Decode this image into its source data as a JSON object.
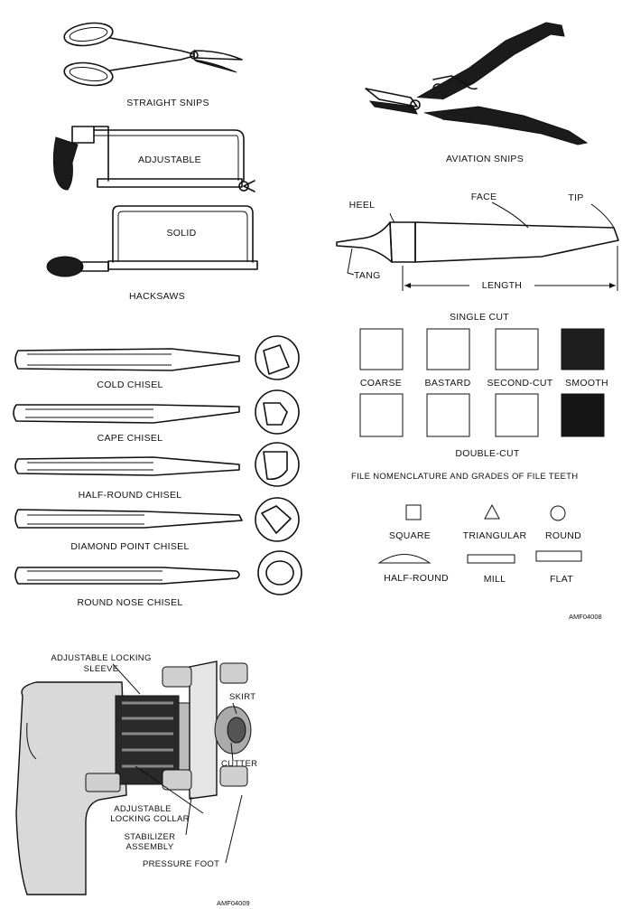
{
  "figure1": {
    "straight_snips": "STRAIGHT SNIPS",
    "aviation_snips": "AVIATION SNIPS",
    "adjustable": "ADJUSTABLE",
    "solid": "SOLID",
    "hacksaws": "HACKSAWS",
    "file_parts": {
      "heel": "HEEL",
      "face": "FACE",
      "tip": "TIP",
      "tang": "TANG",
      "length": "LENGTH"
    },
    "chisels": [
      "COLD CHISEL",
      "CAPE CHISEL",
      "HALF-ROUND CHISEL",
      "DIAMOND POINT CHISEL",
      "ROUND NOSE CHISEL"
    ],
    "single_cut": "SINGLE CUT",
    "grades": [
      "COARSE",
      "BASTARD",
      "SECOND-CUT",
      "SMOOTH"
    ],
    "double_cut": "DOUBLE-CUT",
    "nomenclature_title": "FILE NOMENCLATURE AND GRADES OF FILE TEETH",
    "shapes": [
      "SQUARE",
      "TRIANGULAR",
      "ROUND",
      "HALF-ROUND",
      "MILL",
      "FLAT"
    ],
    "code": "AMf04008"
  },
  "figure2": {
    "adjustable_locking_sleeve_1": "ADJUSTABLE LOCKING",
    "adjustable_locking_sleeve_2": "SLEEVE",
    "skirt": "SKIRT",
    "cutter": "CUTTER",
    "adjustable_locking_collar_1": "ADJUSTABLE",
    "adjustable_locking_collar_2": "LOCKING COLLAR",
    "stabilizer_assembly_1": "STABILIZER",
    "stabilizer_assembly_2": "ASSEMBLY",
    "pressure_foot": "PRESSURE FOOT",
    "code": "AMf04009"
  }
}
